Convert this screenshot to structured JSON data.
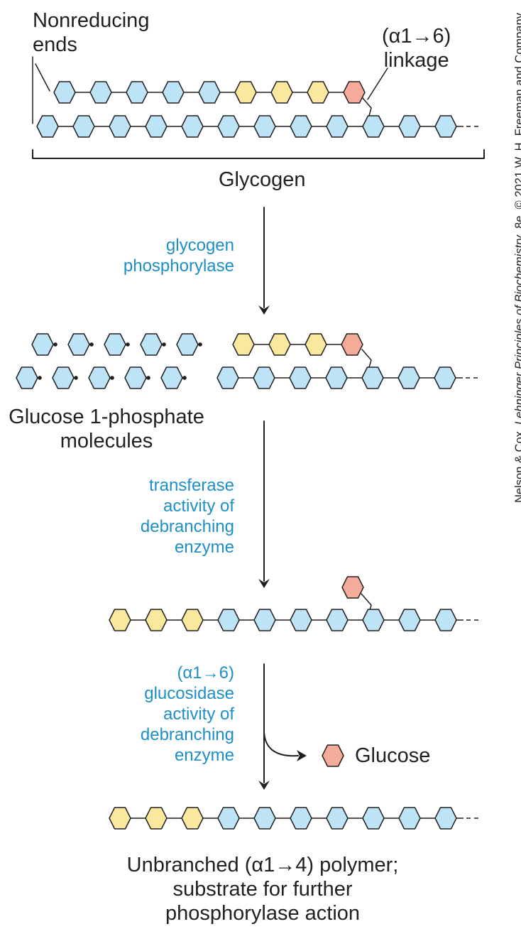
{
  "labels": {
    "nonreducing_ends": [
      "Nonreducing",
      "ends"
    ],
    "linkage_top": [
      "(α1→6)",
      "linkage"
    ],
    "glycogen": "Glycogen",
    "step1_enzyme": [
      "glycogen",
      "phosphorylase"
    ],
    "glucose_1_phosphate": [
      "Glucose 1-phosphate",
      "molecules"
    ],
    "step2_enzyme": [
      "transferase",
      "activity of",
      "debranching",
      "enzyme"
    ],
    "step3_enzyme": [
      "(α1→6)",
      "glucosidase",
      "activity of",
      "debranching",
      "enzyme"
    ],
    "glucose_product": "Glucose",
    "final_product": [
      "Unbranched (α1→4) polymer;",
      "substrate for further",
      "phosphorylase action"
    ]
  },
  "credit": {
    "prefix": "Nelson & Cox, ",
    "title": "Lehninger Principles of Biochemistry",
    "suffix": ", 8e, © 2021 W. H. Freeman and Company"
  },
  "colors": {
    "blue_residue": "#bde3f7",
    "yellow_residue": "#fbe89f",
    "red_residue": "#f5ab9a",
    "outline": "#231f20",
    "enzyme_text": "#1e8fc6"
  }
}
